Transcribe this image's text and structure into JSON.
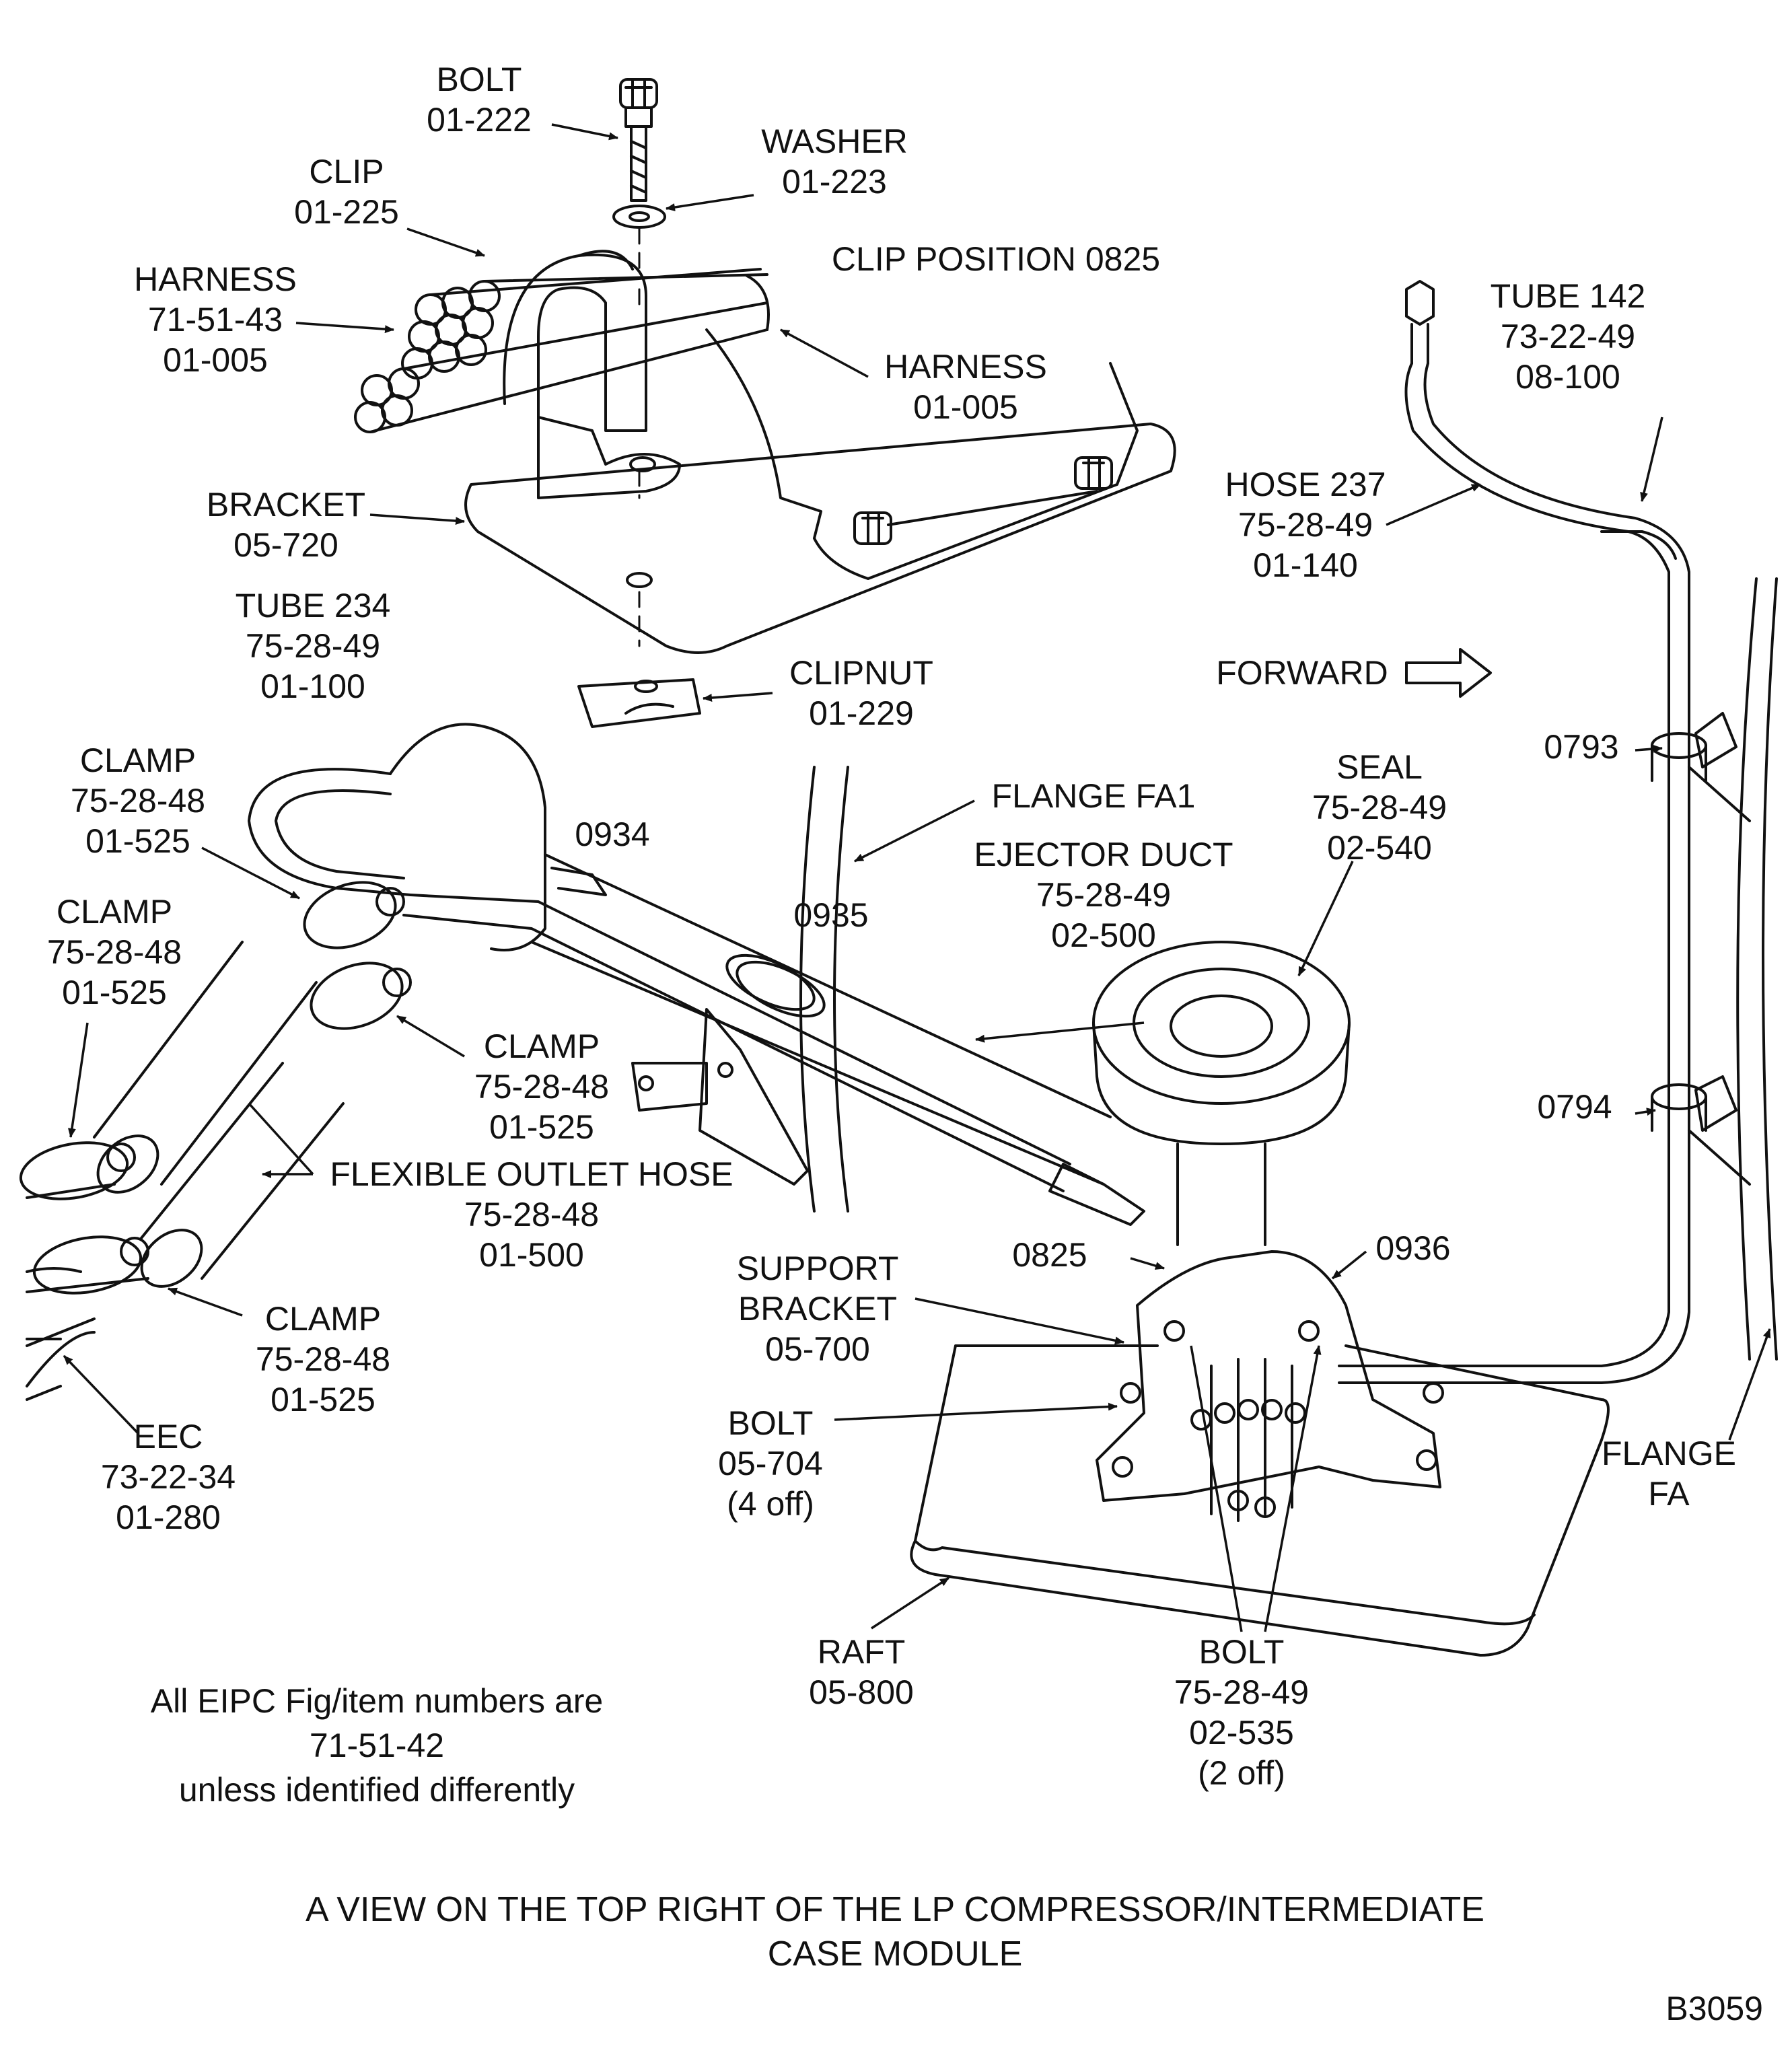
{
  "diagram": {
    "labels": {
      "bolt_top": [
        "BOLT",
        "01-222"
      ],
      "washer": [
        "WASHER",
        "01-223"
      ],
      "clip": [
        "CLIP",
        "01-225"
      ],
      "harness_left": [
        "HARNESS",
        "71-51-43",
        "01-005"
      ],
      "clip_position": [
        "CLIP POSITION 0825"
      ],
      "harness_right": [
        "HARNESS",
        "01-005"
      ],
      "bracket": [
        "BRACKET",
        "05-720"
      ],
      "tube_234": [
        "TUBE 234",
        "75-28-49",
        "01-100"
      ],
      "clipnut": [
        "CLIPNUT",
        "01-229"
      ],
      "tube_142": [
        "TUBE 142",
        "73-22-49",
        "08-100"
      ],
      "hose_237": [
        "HOSE 237",
        "75-28-49",
        "01-140"
      ],
      "forward": [
        "FORWARD"
      ],
      "clamp_1": [
        "CLAMP",
        "75-28-48",
        "01-525"
      ],
      "clamp_2": [
        "CLAMP",
        "75-28-48",
        "01-525"
      ],
      "clamp_3": [
        "CLAMP",
        "75-28-48",
        "01-525"
      ],
      "clamp_4": [
        "CLAMP",
        "75-28-48",
        "01-525"
      ],
      "station_0934": [
        "0934"
      ],
      "station_0935": [
        "0935"
      ],
      "flange_fa1": [
        "FLANGE FA1"
      ],
      "ejector_duct": [
        "EJECTOR DUCT",
        "75-28-49",
        "02-500"
      ],
      "seal": [
        "SEAL",
        "75-28-49",
        "02-540"
      ],
      "station_0793": [
        "0793"
      ],
      "station_0794": [
        "0794"
      ],
      "flexible_outlet_hose": [
        "FLEXIBLE OUTLET HOSE",
        "75-28-48",
        "01-500"
      ],
      "station_0825": [
        "0825"
      ],
      "station_0936": [
        "0936"
      ],
      "support_bracket": [
        "SUPPORT",
        "BRACKET",
        "05-700"
      ],
      "bolt_05704": [
        "BOLT",
        "05-704",
        "(4 off)"
      ],
      "eec": [
        "EEC",
        "73-22-34",
        "01-280"
      ],
      "flange_fa": [
        "FLANGE",
        "FA"
      ],
      "raft": [
        "RAFT",
        "05-800"
      ],
      "bolt_02535": [
        "BOLT",
        "75-28-49",
        "02-535",
        "(2 off)"
      ]
    },
    "note": [
      "All EIPC Fig/item numbers are",
      "71-51-42",
      "unless identified differently"
    ],
    "caption": [
      "A VIEW ON THE TOP RIGHT OF THE LP COMPRESSOR/INTERMEDIATE",
      "CASE MODULE"
    ],
    "figure_ref": "B3059"
  }
}
